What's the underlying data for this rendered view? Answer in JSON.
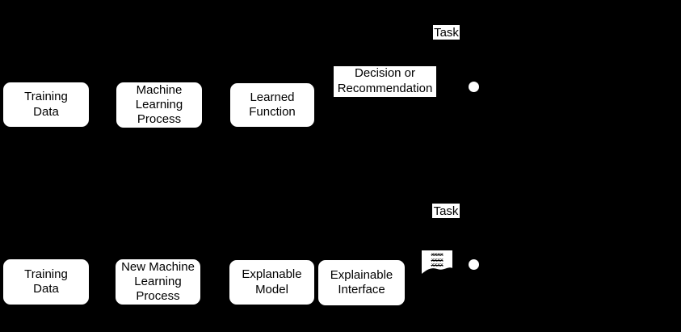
{
  "colors": {
    "background": "#000000",
    "node_fill": "#ffffff",
    "node_border": "#000000",
    "node_text": "#000000",
    "head_dot": "#ffffff"
  },
  "top_row": {
    "boxes": [
      {
        "label": "Training\nData"
      },
      {
        "label": "Machine\nLearning\nProcess"
      },
      {
        "label": "Learned\nFunction"
      }
    ],
    "output_label": "Decision or\nRecommendation",
    "task_label": "Task"
  },
  "bottom_row": {
    "boxes": [
      {
        "label": "Training\nData"
      },
      {
        "label": "New Machine\nLearning\nProcess"
      },
      {
        "label": "Explanable\nModel"
      },
      {
        "label": "Explainable\nInterface"
      }
    ],
    "task_label": "Task",
    "note_lines": [
      "xxxx",
      "xxxx",
      "xxxx"
    ]
  }
}
